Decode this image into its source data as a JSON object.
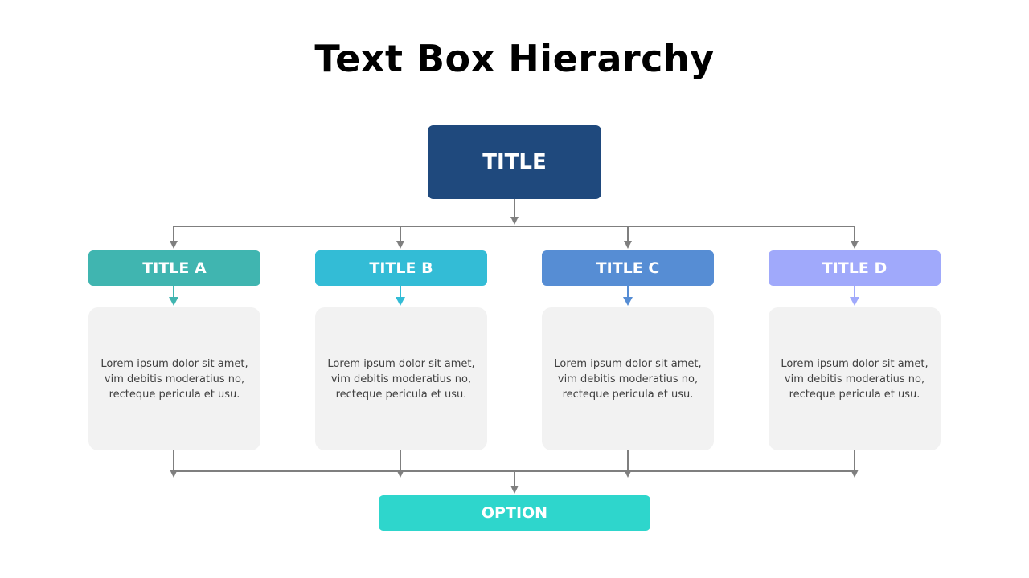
{
  "slide": {
    "title": "Text Box Hierarchy"
  },
  "diagram": {
    "root": {
      "label": "TITLE",
      "color": "#1f497d"
    },
    "branches": [
      {
        "label": "TITLE A",
        "color": "#40b5b0",
        "text": "Lorem ipsum dolor sit amet, vim debitis moderatius no, recteque pericula et usu."
      },
      {
        "label": "TITLE B",
        "color": "#33bcd6",
        "text": "Lorem ipsum dolor sit amet, vim debitis moderatius no, recteque pericula et usu."
      },
      {
        "label": "TITLE C",
        "color": "#568dd4",
        "text": "Lorem ipsum dolor sit amet, vim debitis moderatius no, recteque pericula et usu."
      },
      {
        "label": "TITLE D",
        "color": "#a0a9fb",
        "text": "Lorem ipsum dolor sit amet, vim debitis moderatius no, recteque pericula et usu."
      }
    ],
    "option": {
      "label": "OPTION",
      "color": "#2ed6cc"
    },
    "connector_color": "#7f7f7f",
    "body_box_color": "#f2f2f2"
  }
}
